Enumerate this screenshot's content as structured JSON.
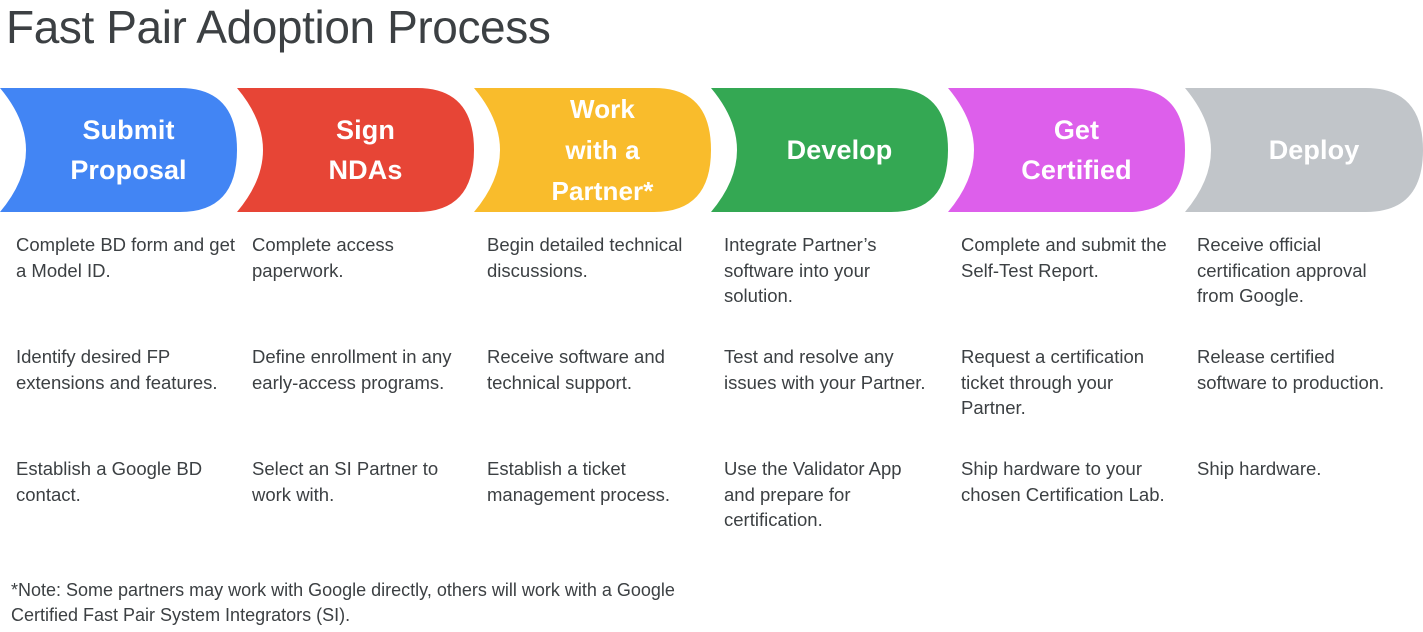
{
  "title": "Fast Pair Adoption Process",
  "colors": {
    "blue": "#4285f4",
    "red": "#e74536",
    "amber": "#f9bc2c",
    "green": "#34a853",
    "magenta": "#dd5feb",
    "gray": "#c1c5c9",
    "text": "#3c4043",
    "label_text": "#ffffff"
  },
  "stages": [
    {
      "id": "submit-proposal",
      "label": "Submit\nProposal",
      "color": "#4285f4"
    },
    {
      "id": "sign-ndas",
      "label": "Sign\nNDAs",
      "color": "#e74536"
    },
    {
      "id": "work-with-a-partner",
      "label": "Work\nwith a\nPartner*",
      "color": "#f9bc2c"
    },
    {
      "id": "develop",
      "label": "Develop",
      "color": "#34a853"
    },
    {
      "id": "get-certified",
      "label": "Get\nCertified",
      "color": "#dd5feb"
    },
    {
      "id": "deploy",
      "label": "Deploy",
      "color": "#c1c5c9"
    }
  ],
  "columns": [
    {
      "stage": "Submit Proposal",
      "items": [
        "Complete BD form and get a Model ID.",
        "Identify desired FP extensions and features.",
        "Establish a Google BD contact."
      ]
    },
    {
      "stage": "Sign NDAs",
      "items": [
        "Complete access paperwork.",
        "Define enrollment in any early-access programs.",
        "Select an SI Partner to work with."
      ]
    },
    {
      "stage": "Work with a Partner*",
      "items": [
        "Begin detailed technical discussions.",
        "Receive software and technical support.",
        "Establish a ticket management process."
      ]
    },
    {
      "stage": "Develop",
      "items": [
        "Integrate Partner’s software into your solution.",
        "Test and resolve any issues with your Partner.",
        "Use the Validator App and prepare for certification."
      ]
    },
    {
      "stage": "Get Certified",
      "items": [
        "Complete and submit the Self-Test Report.",
        "Request a certification ticket through your Partner.",
        "Ship hardware to your chosen Certification Lab."
      ]
    },
    {
      "stage": "Deploy",
      "items": [
        "Receive official certification approval from Google.",
        "Release certified software to production.",
        "Ship hardware."
      ]
    }
  ],
  "footnote": "*Note: Some partners may work with Google directly, others will work with a Google Certified Fast Pair System Integrators (SI)."
}
